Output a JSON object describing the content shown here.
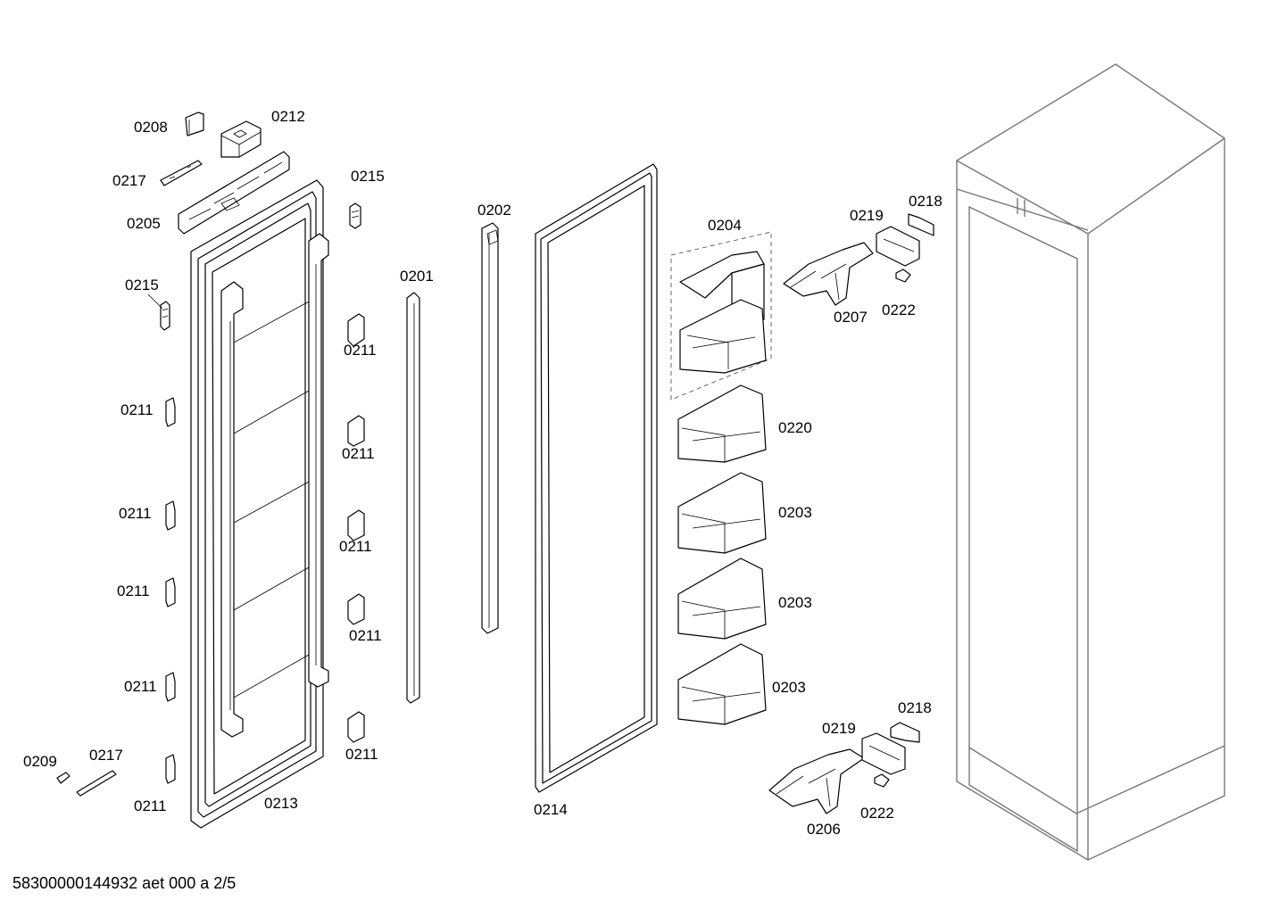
{
  "labels": {
    "l0208": "0208",
    "l0212": "0212",
    "l0217_top": "0217",
    "l0205": "0205",
    "l0215_right": "0215",
    "l0215_left": "0215",
    "l0202": "0202",
    "l0201": "0201",
    "l0204": "0204",
    "l0219_top": "0219",
    "l0218_top": "0218",
    "l0207": "0207",
    "l0222_top": "0222",
    "l0211_r1": "0211",
    "l0211_l1": "0211",
    "l0211_r2": "0211",
    "l0220": "0220",
    "l0211_l2": "0211",
    "l0203_1": "0203",
    "l0211_r3": "0211",
    "l0211_l3": "0211",
    "l0203_2": "0203",
    "l0211_r4": "0211",
    "l0211_l4": "0211",
    "l0203_3": "0203",
    "l0218_bot": "0218",
    "l0219_bot": "0219",
    "l0211_r5": "0211",
    "l0209": "0209",
    "l0217_bot": "0217",
    "l0211_l5": "0211",
    "l0213": "0213",
    "l0214": "0214",
    "l0222_bot": "0222",
    "l0206": "0206"
  },
  "footer": "58300000144932 aet 000 a 2/5"
}
